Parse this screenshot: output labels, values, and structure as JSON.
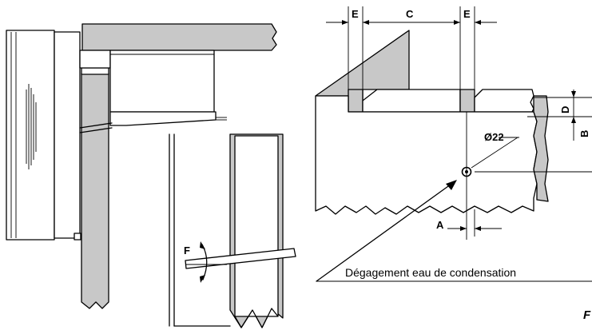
{
  "labels": {
    "E_left": "E",
    "C": "C",
    "E_right": "E",
    "D": "D",
    "B": "B",
    "diameter": "Ø22",
    "A": "A",
    "F": "F",
    "caption": "Dégagement eau de condensation",
    "fig_fragment": "F"
  },
  "colors": {
    "line": "#000000",
    "fill_gray": "#c8c8c8",
    "background": "#ffffff"
  }
}
